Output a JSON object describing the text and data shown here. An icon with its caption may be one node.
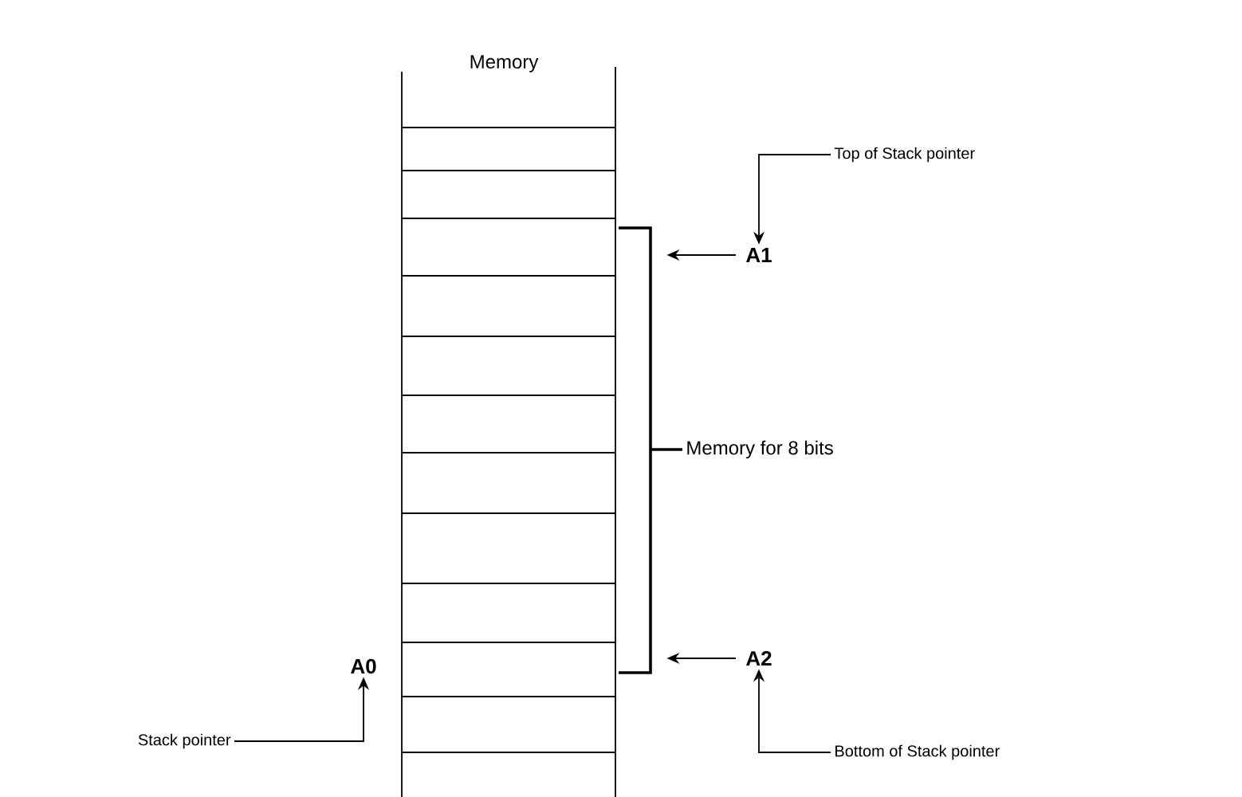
{
  "diagram": {
    "nodes": [
      {
        "text": [
          "Memory"
        ]
      },
      {
        "text": [
          "Top of Stack pointer"
        ]
      },
      {
        "text": [
          "A1"
        ]
      },
      {
        "text": [
          "A2"
        ]
      },
      {
        "text": [
          "Bottom of Stack pointer"
        ]
      },
      {
        "text": [
          "A0"
        ]
      },
      {
        "text": [
          "Stack pointer"
        ]
      }
    ],
    "edges": [
      {
        "from": 1,
        "to": 2,
        "arrow": "to"
      },
      {
        "from": 2,
        "to": 0,
        "arrow": "to"
      },
      {
        "from": 3,
        "to": 0,
        "arrow": "to"
      },
      {
        "from": 4,
        "to": 3,
        "arrow": "to"
      },
      {
        "from": 6,
        "to": 5,
        "arrow": "to"
      }
    ],
    "labels": [
      "Memory for 8 bits"
    ]
  }
}
